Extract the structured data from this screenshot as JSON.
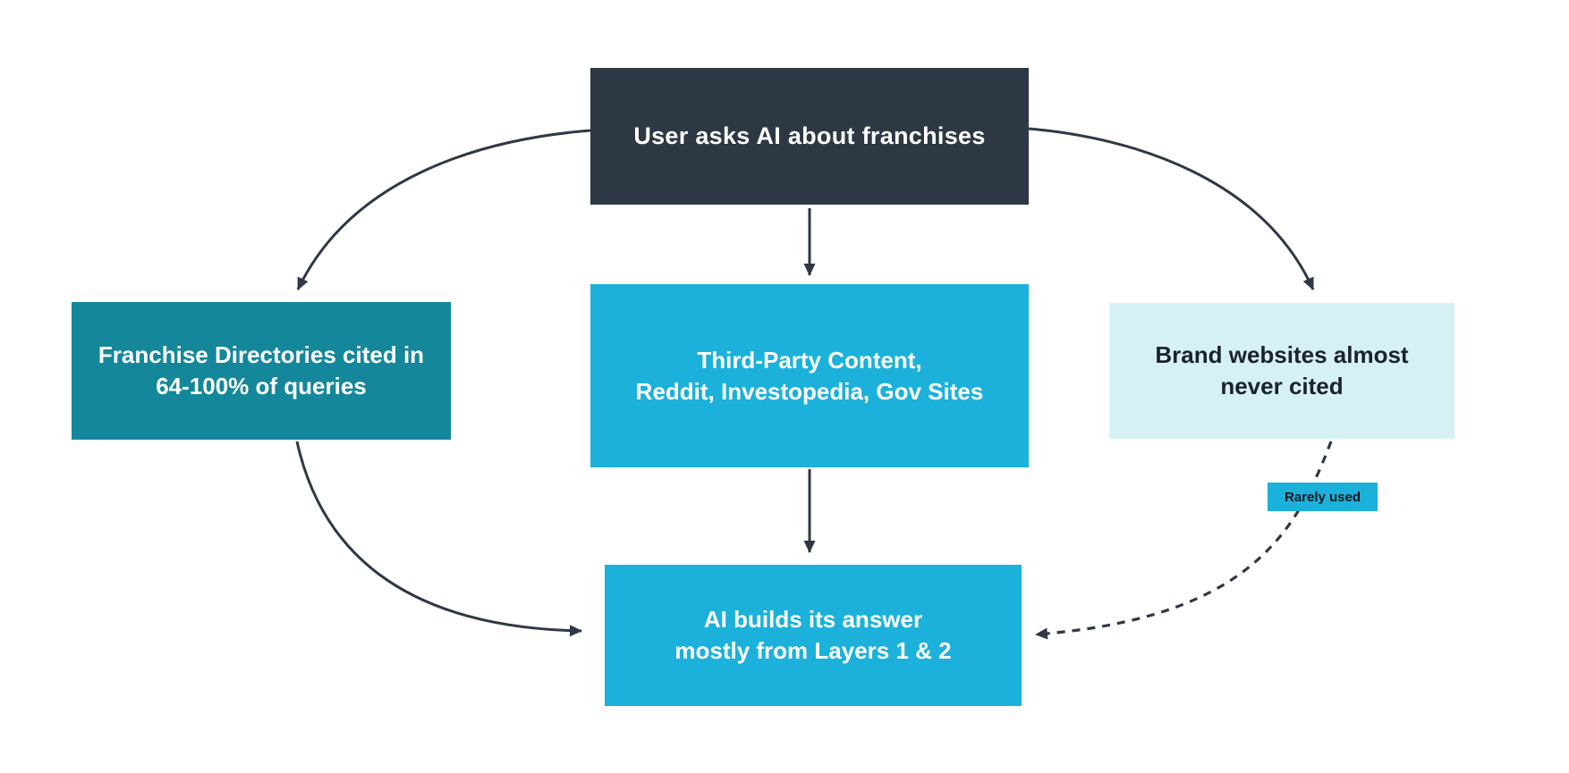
{
  "palette": {
    "background": "#FFFFFF",
    "dark_navy_box": "#2E3744",
    "teal_box": "#14879B",
    "cyan_box": "#1BB1DA",
    "pale_cyan_box": "#D5F1F5",
    "arrow_stroke": "#2F3845",
    "light_text": "#FFFFFF",
    "dark_text": "#1B222E"
  },
  "nodes": {
    "top": {
      "label": "User asks AI about franchises"
    },
    "left": {
      "line1": "Franchise Directories cited in",
      "line2": "64-100% of queries"
    },
    "center": {
      "line1": "Third-Party Content,",
      "line2": "Reddit, Investopedia, Gov Sites"
    },
    "right": {
      "line1": "Brand websites almost",
      "line2": "never cited"
    },
    "bottom": {
      "line1": "AI builds its answer",
      "line2": "mostly from Layers 1 & 2"
    },
    "badge": {
      "label": "Rarely used"
    }
  },
  "edges": [
    {
      "from": "top",
      "to": "left",
      "style": "solid-curve"
    },
    {
      "from": "top",
      "to": "center",
      "style": "solid-straight"
    },
    {
      "from": "top",
      "to": "right",
      "style": "solid-curve"
    },
    {
      "from": "left",
      "to": "bottom",
      "style": "solid-curve"
    },
    {
      "from": "center",
      "to": "bottom",
      "style": "solid-straight"
    },
    {
      "from": "right",
      "to": "bottom",
      "style": "dashed-curve",
      "label": "Rarely used"
    }
  ]
}
